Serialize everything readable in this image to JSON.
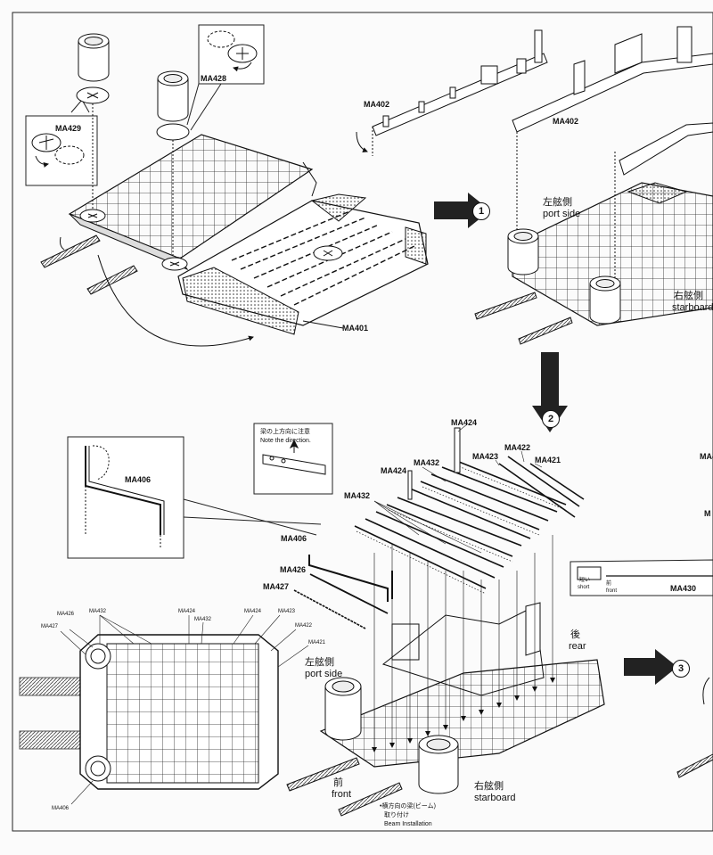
{
  "parts": {
    "ma429": "MA429",
    "ma428": "MA428",
    "ma402_a": "MA402",
    "ma402_b": "MA402",
    "ma401": "MA401",
    "ma406_inset": "MA406",
    "ma406": "MA406",
    "ma424_a": "MA424",
    "ma424_b": "MA424",
    "ma432_a": "MA432",
    "ma432_b": "MA432",
    "ma423": "MA423",
    "ma422": "MA422",
    "ma421": "MA421",
    "ma426": "MA426",
    "ma427": "MA427",
    "ma430": "MA430",
    "edge_ma4": "MA4",
    "edge_m": "M"
  },
  "plan_labels": {
    "ma426": "MA426",
    "ma432_a": "MA432",
    "ma424_a": "MA424",
    "ma432_b": "MA432",
    "ma424_b": "MA424",
    "ma423": "MA423",
    "ma427": "MA427",
    "ma422": "MA422",
    "ma421": "MA421",
    "ma406": "MA406"
  },
  "sides": {
    "port_jp_1": "左舷側",
    "port_en_1": "port side",
    "starboard_jp_1": "右舷側",
    "starboard_en_1": "starboard",
    "port_jp_2": "左舷側",
    "port_en_2": "port side",
    "starboard_jp_2": "右舷側",
    "starboard_en_2": "starboard",
    "rear_jp": "後",
    "rear_en": "rear",
    "front_jp": "前",
    "front_en": "front"
  },
  "notes": {
    "direction_jp": "梁の上方向に注意",
    "direction_en": "Note the direction.",
    "short_jp": "短い",
    "short_en": "short",
    "front_small_jp": "前",
    "front_small_en": "front",
    "beam_jp_1": "•横方向の梁(ビーム)",
    "beam_jp_2": "取り付け",
    "beam_en": "Beam Installation"
  },
  "steps": {
    "step1": "1",
    "step2": "2",
    "step3": "3"
  }
}
